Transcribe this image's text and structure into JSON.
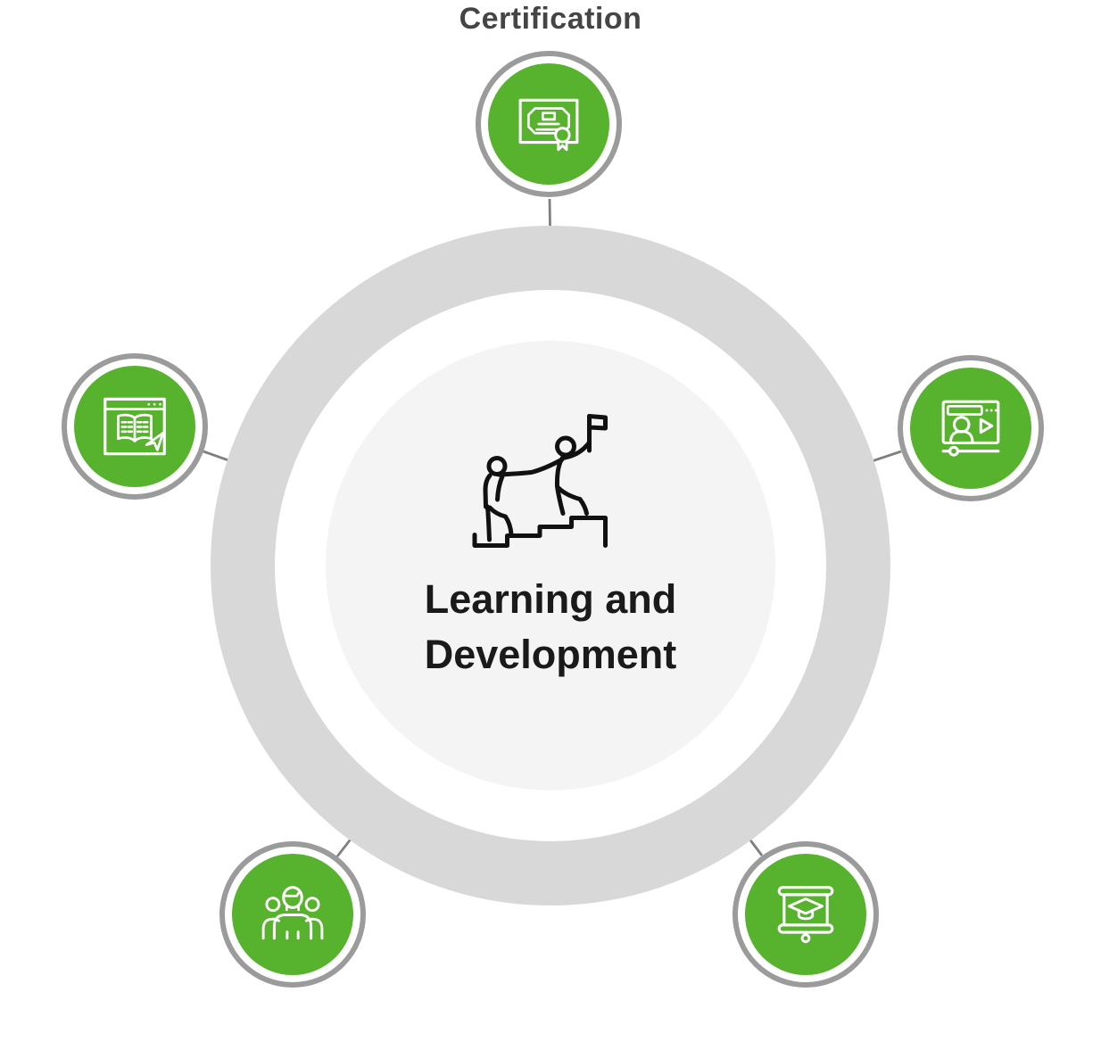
{
  "nodes": [
    {
      "id": "certification",
      "label": "Certification",
      "icon": "certificate-icon",
      "position": "top"
    },
    {
      "id": "video-learning",
      "icon": "video-player-icon",
      "position": "right"
    },
    {
      "id": "online-learning",
      "icon": "e-book-browser-cursor-icon",
      "position": "left"
    },
    {
      "id": "team-collaboration",
      "icon": "team-people-icon",
      "position": "bottom-left"
    },
    {
      "id": "presentation-training",
      "icon": "presentation-graduation-cap-icon",
      "position": "bottom-right"
    }
  ],
  "center": {
    "label_line1": "Learning and",
    "label_line2": "Development",
    "icon": "teamwork-climbing-stairs-flag-icon"
  },
  "colors": {
    "node_green": "#57b22e",
    "node_border_gray": "#9b9b9b",
    "ring_gray": "#d8d8d8",
    "center_circle_gray": "#f4f4f4",
    "connector_gray": "#7f7f7f",
    "title_text": "#454545",
    "center_text": "#1a1a1a",
    "icon_stroke": "#ffffff",
    "center_icon_stroke": "#111111",
    "background": "#ffffff"
  }
}
